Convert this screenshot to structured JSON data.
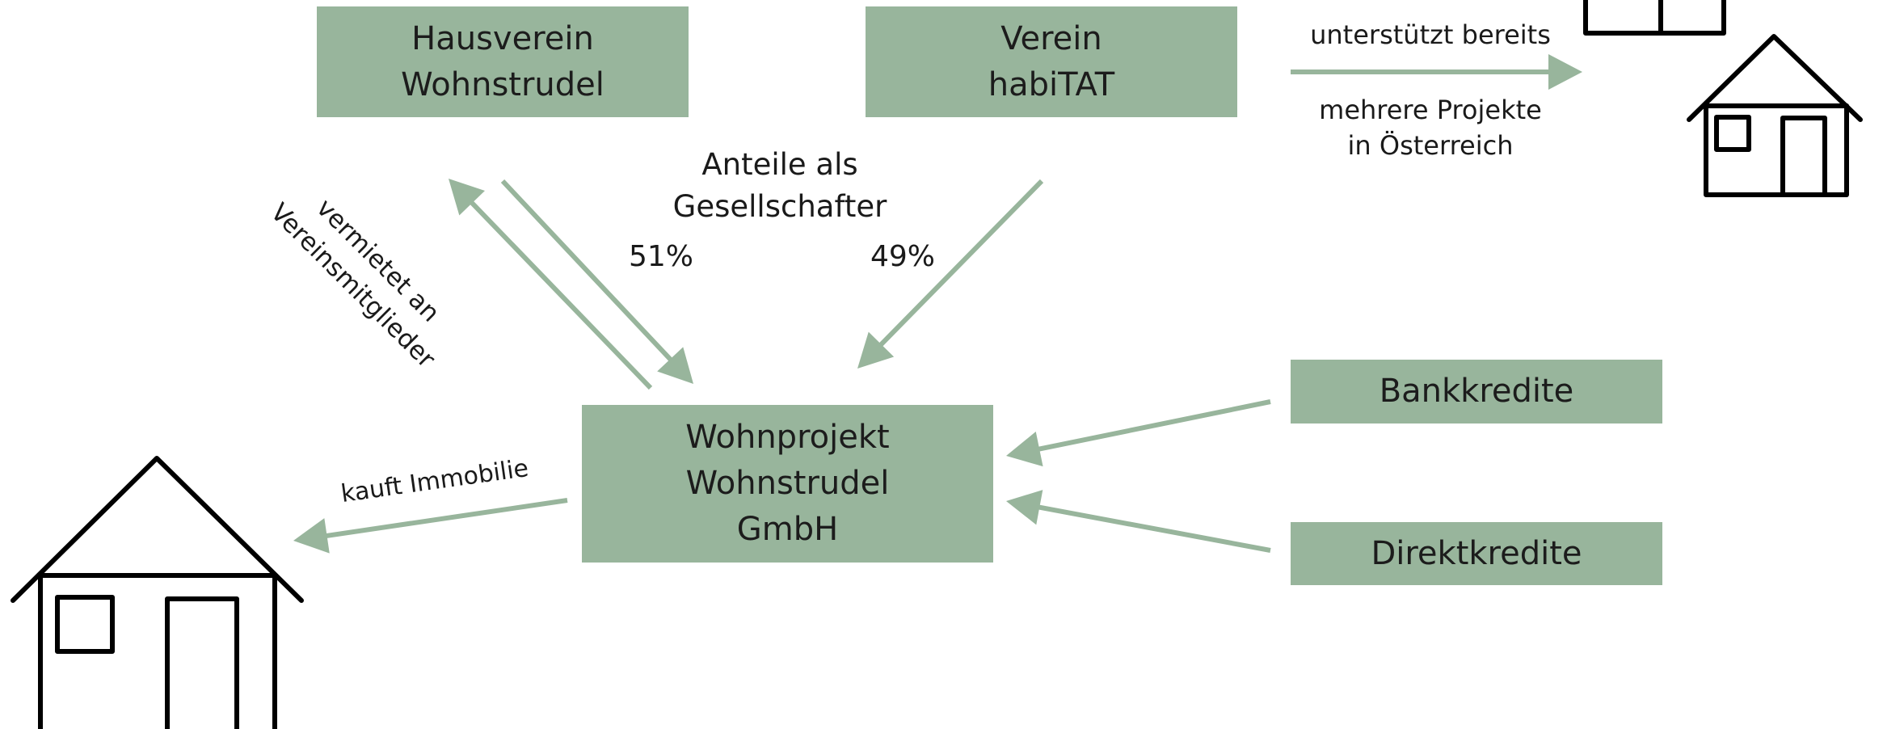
{
  "colors": {
    "box_fill": "#98b59c",
    "arrow": "#98b59c",
    "house_stroke": "#000000"
  },
  "boxes": {
    "hausverein": [
      "Hausverein",
      "Wohnstrudel"
    ],
    "verein": [
      "Verein",
      "habiTAT"
    ],
    "wohnprojekt": [
      "Wohnprojekt",
      "Wohnstrudel",
      "GmbH"
    ],
    "bankkredite": "Bankkredite",
    "direktkredite": "Direktkredite"
  },
  "labels": {
    "anteile": [
      "Anteile als",
      "Gesellschafter"
    ],
    "percent_left": "51%",
    "percent_right": "49%",
    "vermietet": [
      "vermietet an",
      "Vereinsmitglieder"
    ],
    "kauft": "kauft Immobilie",
    "unterstuetzt": "unterstützt bereits",
    "mehrere": [
      "mehrere Projekte",
      "in Österreich"
    ]
  },
  "icons": [
    "house-icon-large",
    "house-icon-small",
    "house-icon-top-partial"
  ]
}
